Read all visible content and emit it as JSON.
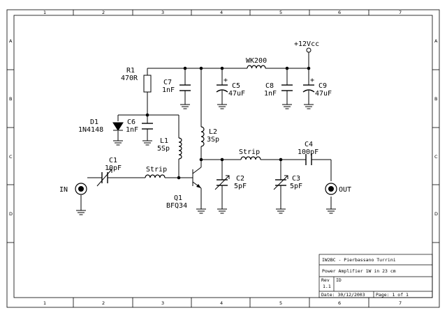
{
  "frame": {
    "columns": [
      "1",
      "2",
      "3",
      "4",
      "5",
      "6",
      "7"
    ],
    "rows": [
      "A",
      "B",
      "C",
      "D"
    ]
  },
  "title_block": {
    "author": "IW2BC - Pierbassano Turrini",
    "title": "Power Amplifier 1W in 23 cm",
    "rev_label": "Rev",
    "rev_value": "1.1",
    "id_label": "ID",
    "date": "Date: 30/12/2003",
    "page": "Page: 1 of 1"
  },
  "components": {
    "vcc": "+12Vcc",
    "r1_ref": "R1",
    "r1_val": "470R",
    "wk": "WK200",
    "c7_ref": "C7",
    "c7_val": "1nF",
    "c5_ref": "C5",
    "c5_val": "47uF",
    "c8_ref": "C8",
    "c8_val": "1nF",
    "c9_ref": "C9",
    "c9_val": "47uF",
    "d1_ref": "D1",
    "d1_val": "1N4148",
    "c6_ref": "C6",
    "c6_val": "1nF",
    "l1_ref": "L1",
    "l1_val": "5Sp",
    "l2_ref": "L2",
    "l2_val": "3Sp",
    "c4_ref": "C4",
    "c4_val": "100pF",
    "c1_ref": "C1",
    "c1_val": "10pF",
    "strip_in": "Strip",
    "strip_out": "Strip",
    "c2_ref": "C2",
    "c2_val": "5pF",
    "c3_ref": "C3",
    "c3_val": "5pF",
    "q1_ref": "Q1",
    "q1_val": "BFQ34",
    "in_label": "IN",
    "out_label": "OUT",
    "plus": "+"
  }
}
